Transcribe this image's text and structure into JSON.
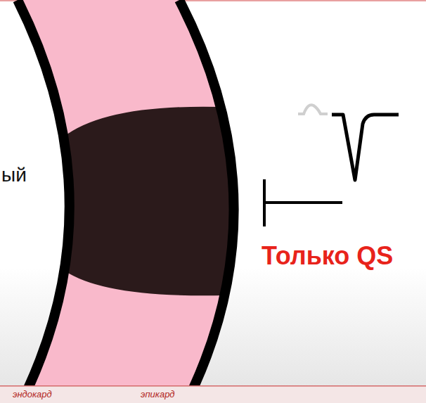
{
  "diagram": {
    "labels": [
      "ый",
      "Только QS",
      "эндокард",
      "эпикард"
    ]
  }
}
